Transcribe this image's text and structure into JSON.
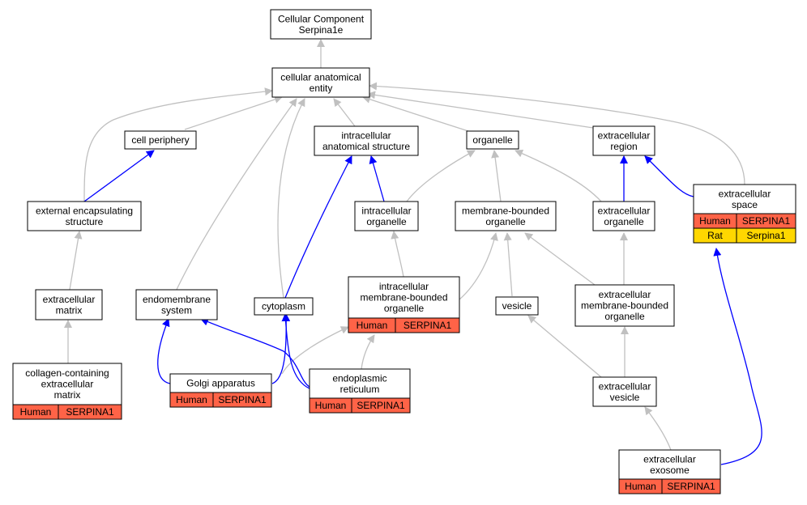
{
  "colors": {
    "human_cell": "#ff6347",
    "rat_cell": "#ffd700",
    "gray_edge": "#c0c0c0",
    "blue_edge": "#0000ff"
  },
  "nodes": {
    "root": [
      "Cellular Component",
      "Serpina1e"
    ],
    "cae": [
      "cellular anatomical",
      "entity"
    ],
    "cell_periphery": [
      "cell periphery"
    ],
    "ias": [
      "intracellular",
      "anatomical structure"
    ],
    "organelle": [
      "organelle"
    ],
    "ext_region": [
      "extracellular",
      "region"
    ],
    "ext_encap": [
      "external encapsulating",
      "structure"
    ],
    "intra_org": [
      "intracellular",
      "organelle"
    ],
    "mem_bound": [
      "membrane-bounded",
      "organelle"
    ],
    "ext_org": [
      "extracellular",
      "organelle"
    ],
    "ext_space": [
      "extracellular",
      "space"
    ],
    "ecm": [
      "extracellular",
      "matrix"
    ],
    "endomem": [
      "endomembrane",
      "system"
    ],
    "cytoplasm": [
      "cytoplasm"
    ],
    "imbo": [
      "intracellular",
      "membrane-bounded",
      "organelle"
    ],
    "vesicle": [
      "vesicle"
    ],
    "embo": [
      "extracellular",
      "membrane-bounded",
      "organelle"
    ],
    "collagen": [
      "collagen-containing",
      "extracellular",
      "matrix"
    ],
    "golgi": [
      "Golgi apparatus"
    ],
    "er": [
      "endoplasmic",
      "reticulum"
    ],
    "ext_vesicle": [
      "extracellular",
      "vesicle"
    ],
    "exosome": [
      "extracellular",
      "exosome"
    ]
  },
  "tables": {
    "ext_space": [
      [
        "Human",
        "SERPINA1"
      ],
      [
        "Rat",
        "Serpina1"
      ]
    ],
    "imbo": [
      [
        "Human",
        "SERPINA1"
      ]
    ],
    "collagen": [
      [
        "Human",
        "SERPINA1"
      ]
    ],
    "golgi": [
      [
        "Human",
        "SERPINA1"
      ]
    ],
    "er": [
      [
        "Human",
        "SERPINA1"
      ]
    ],
    "exosome": [
      [
        "Human",
        "SERPINA1"
      ]
    ]
  }
}
